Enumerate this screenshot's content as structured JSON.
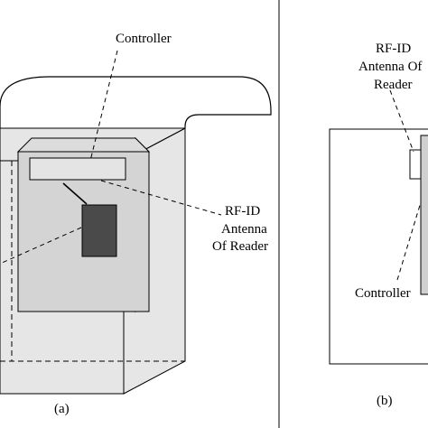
{
  "panel_a": {
    "caption": "(a)",
    "labels": {
      "controller": "Controller",
      "rfid_line1": "RF-ID",
      "rfid_line2": "Antenna",
      "rfid_line3": "Of Reader"
    }
  },
  "panel_b": {
    "caption": "(b)",
    "labels": {
      "rfid_line1": "RF-ID",
      "rfid_line2": "Antenna Of",
      "rfid_line3": "Reader",
      "controller": "Controller"
    }
  },
  "colors": {
    "housing_fill": "#e6e6e6",
    "controller_box_fill": "#d4d4d4",
    "antenna_fill": "#4a4a4a",
    "stroke": "#000000"
  }
}
